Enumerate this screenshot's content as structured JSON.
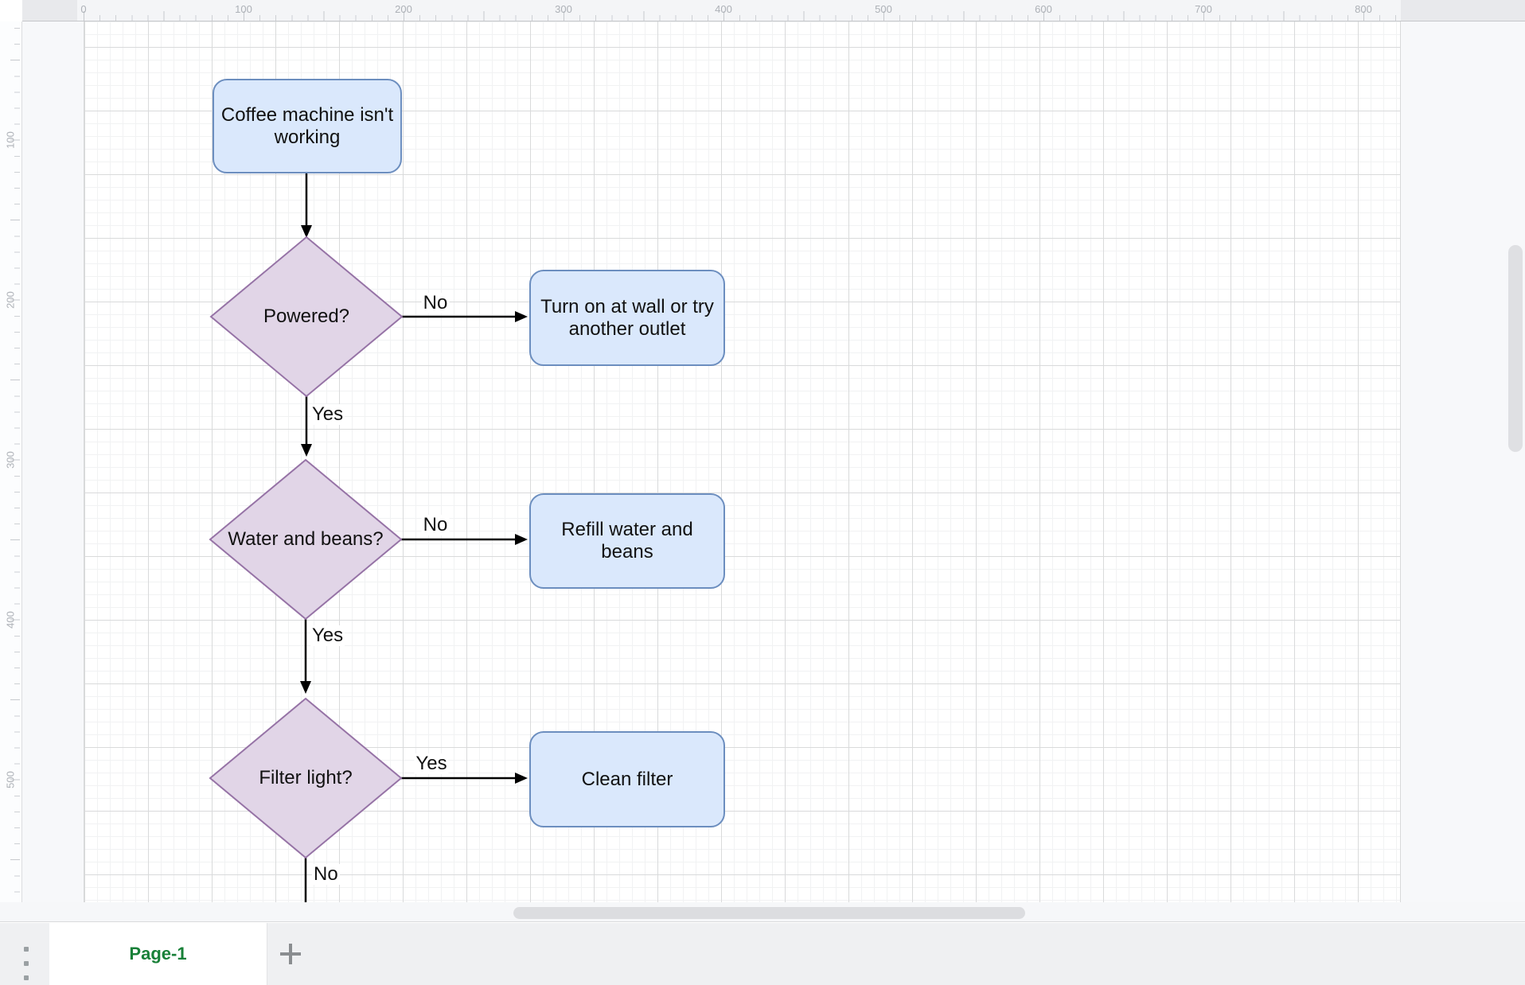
{
  "rulers": {
    "top": [
      "0",
      "100",
      "200",
      "300",
      "400",
      "500",
      "600",
      "700",
      "800"
    ],
    "left": [
      "100",
      "200",
      "300",
      "400",
      "500"
    ]
  },
  "colors": {
    "process_fill": "#dae8fc",
    "process_stroke": "#6c8ebf",
    "decision_fill": "#e1d5e7",
    "decision_stroke": "#9673a6",
    "edge": "#000000",
    "tab_label": "#188038"
  },
  "diagram": {
    "nodes": [
      {
        "id": "start",
        "type": "rounded-rect",
        "label": "Coffee machine isn't working"
      },
      {
        "id": "powered",
        "type": "decision",
        "label": "Powered?"
      },
      {
        "id": "turn-on-wall",
        "type": "rounded-rect",
        "label": "Turn on at wall or try another outlet"
      },
      {
        "id": "water-beans",
        "type": "decision",
        "label": "Water and beans?"
      },
      {
        "id": "refill",
        "type": "rounded-rect",
        "label": "Refill water and beans"
      },
      {
        "id": "filter-light",
        "type": "decision",
        "label": "Filter light?"
      },
      {
        "id": "clean-filter",
        "type": "rounded-rect",
        "label": "Clean filter"
      }
    ],
    "edge_labels": [
      {
        "id": "powered-no",
        "label": "No"
      },
      {
        "id": "powered-yes",
        "label": "Yes"
      },
      {
        "id": "water-no",
        "label": "No"
      },
      {
        "id": "water-yes",
        "label": "Yes"
      },
      {
        "id": "filter-yes",
        "label": "Yes"
      },
      {
        "id": "filter-no",
        "label": "No"
      }
    ]
  },
  "footer": {
    "page_tab": "Page-1"
  }
}
